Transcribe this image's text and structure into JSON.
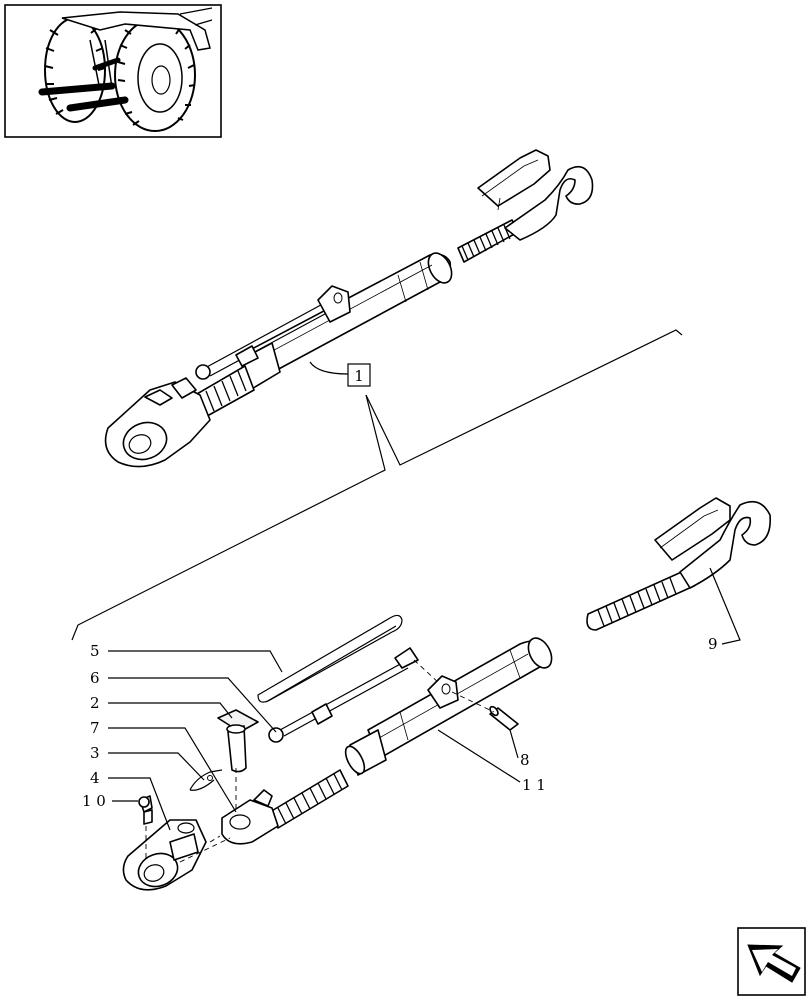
{
  "diagram": {
    "assembly_ref": "1",
    "callouts": [
      {
        "id": "c5",
        "text": "5"
      },
      {
        "id": "c6",
        "text": "6"
      },
      {
        "id": "c2",
        "text": "2"
      },
      {
        "id": "c7",
        "text": "7"
      },
      {
        "id": "c3",
        "text": "3"
      },
      {
        "id": "c4",
        "text": "4"
      },
      {
        "id": "c10",
        "text": "1 0"
      },
      {
        "id": "c9",
        "text": "9"
      },
      {
        "id": "c8",
        "text": "8"
      },
      {
        "id": "c11",
        "text": "1 1"
      }
    ]
  },
  "icons": {
    "thumbnail": "tractor-thumbnail-icon",
    "navigation": "next-page-arrow-icon"
  }
}
